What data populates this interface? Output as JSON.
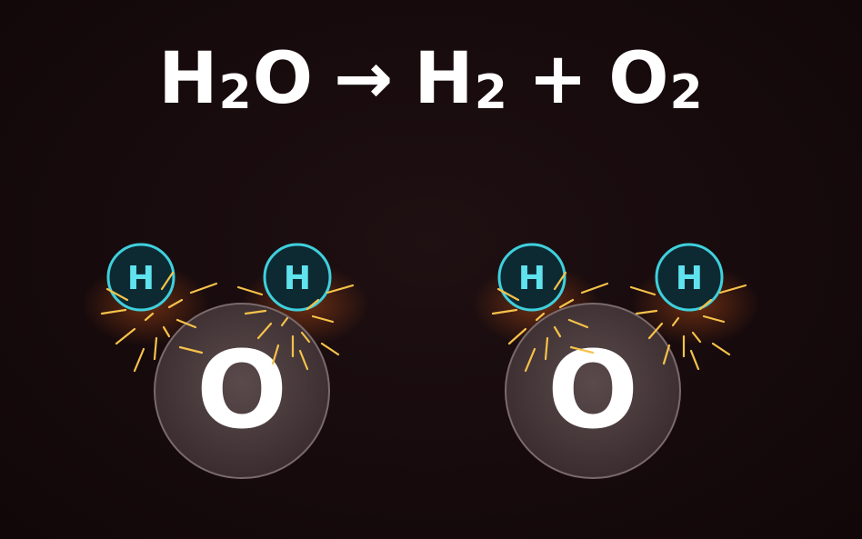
{
  "equation": {
    "reactant": {
      "symbol": "H",
      "subscript": "2",
      "suffix": "O"
    },
    "arrow": "→",
    "product1": {
      "symbol": "H",
      "subscript": "2"
    },
    "plus": "+",
    "product2": {
      "symbol": "O",
      "subscript": "2"
    }
  },
  "molecules": [
    {
      "oxygen_label": "O",
      "hydrogen_labels": [
        "H",
        "H"
      ]
    },
    {
      "oxygen_label": "O",
      "hydrogen_labels": [
        "H",
        "H"
      ]
    }
  ],
  "colors": {
    "background": "#170b0d",
    "oxygen_fill": "#4a3b3d",
    "oxygen_stroke": "#7a6a6c",
    "hydrogen_fill": "#0d2a33",
    "hydrogen_stroke": "#3fd0dd",
    "hydrogen_text": "#5fe3ee",
    "spark": "#f6c24a",
    "text": "#ffffff"
  }
}
